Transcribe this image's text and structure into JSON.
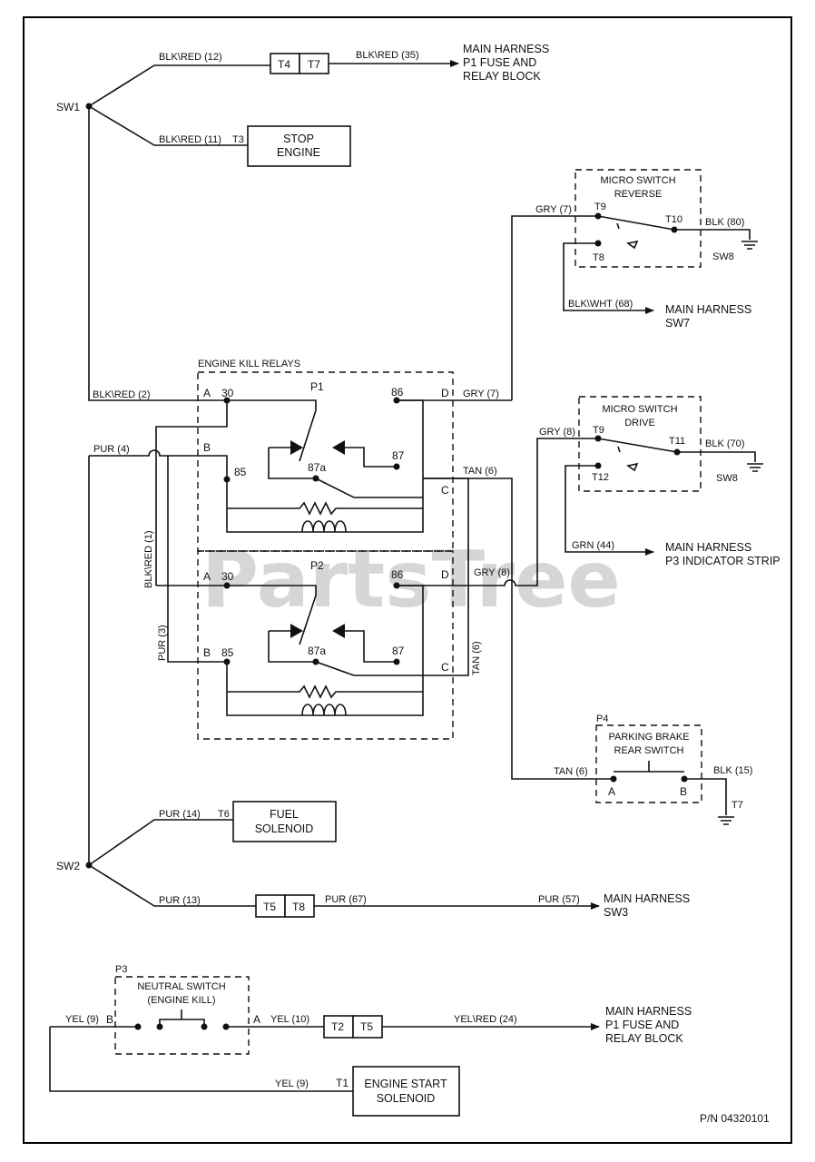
{
  "watermark": "PartsTree",
  "part_number": "P/N 04320101",
  "switches": {
    "sw1": "SW1",
    "sw2": "SW2",
    "sw8_a": "SW8",
    "sw8_b": "SW8"
  },
  "wires": {
    "blk_red_12": "BLK\\RED (12)",
    "blk_red_35": "BLK\\RED (35)",
    "blk_red_11": "BLK\\RED (11)",
    "blk_red_2": "BLK\\RED (2)",
    "blk_red_1": "BLK\\RED (1)",
    "pur_4": "PUR (4)",
    "pur_3": "PUR (3)",
    "gry_7_top": "GRY (7)",
    "gry_7_relay": "GRY (7)",
    "blk_80": "BLK (80)",
    "blk_wht_68": "BLK\\WHT (68)",
    "tan_6_relay": "TAN (6)",
    "tan_6_vert": "TAN (6)",
    "tan_6_brake": "TAN (6)",
    "gry_8_drive": "GRY (8)",
    "gry_8_relay": "GRY (8)",
    "blk_70": "BLK (70)",
    "grn_44": "GRN (44)",
    "blk_15": "BLK (15)",
    "pur_14": "PUR (14)",
    "pur_13": "PUR (13)",
    "pur_67": "PUR (67)",
    "pur_57": "PUR (57)",
    "yel_9": "YEL (9)",
    "yel_10": "YEL (10)",
    "yel_red_24": "YEL\\RED (24)",
    "yel_9_start": "YEL (9)"
  },
  "connectors": {
    "t4": "T4",
    "t7": "T7",
    "t3": "T3",
    "t6": "T6",
    "t5": "T5",
    "t8": "T8",
    "t2": "T2",
    "t5b": "T5",
    "t1": "T1",
    "t9a": "T9",
    "t9b": "T9",
    "t10": "T10",
    "t11": "T11",
    "t12": "T12",
    "t8_micro": "T8",
    "t7_brake": "T7"
  },
  "destinations": {
    "main_top": [
      "MAIN HARNESS",
      "P1 FUSE AND",
      "RELAY BLOCK"
    ],
    "sw7": [
      "MAIN HARNESS",
      "SW7"
    ],
    "p3_indicator": [
      "MAIN HARNESS",
      "P3 INDICATOR STRIP"
    ],
    "sw3": [
      "MAIN HARNESS",
      "SW3"
    ],
    "main_bottom": [
      "MAIN HARNESS",
      "P1 FUSE AND",
      "RELAY BLOCK"
    ]
  },
  "components": {
    "stop_engine": [
      "STOP",
      "ENGINE"
    ],
    "micro_reverse": [
      "MICRO SWITCH",
      "REVERSE"
    ],
    "micro_drive": [
      "MICRO SWITCH",
      "DRIVE"
    ],
    "engine_kill_relays": "ENGINE KILL RELAYS",
    "fuel_solenoid": [
      "FUEL",
      "SOLENOID"
    ],
    "parking_brake": [
      "PARKING BRAKE",
      "REAR SWITCH"
    ],
    "parking_brake_id": "P4",
    "neutral_switch": [
      "NEUTRAL SWITCH",
      "(ENGINE KILL)"
    ],
    "neutral_switch_id": "P3",
    "engine_start": [
      "ENGINE START",
      "SOLENOID"
    ]
  },
  "relays": {
    "p1": "P1",
    "p2": "P2",
    "pins": {
      "p30": "30",
      "p85": "85",
      "p86": "86",
      "p87": "87",
      "p87a": "87a"
    },
    "letters": {
      "a": "A",
      "b": "B",
      "c": "C",
      "d": "D"
    }
  }
}
